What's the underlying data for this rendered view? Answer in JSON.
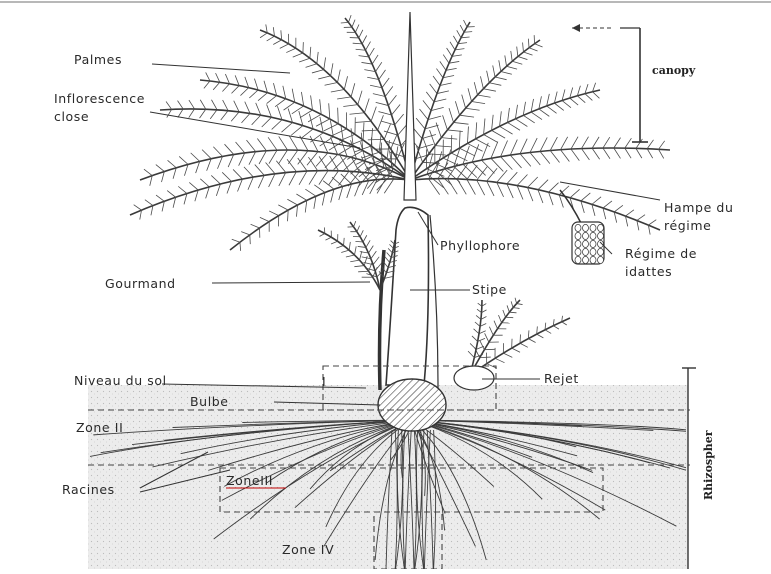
{
  "labels": {
    "palmes": "Palmes",
    "inflorescence_line1": "Inflorescence",
    "inflorescence_line2": "close",
    "canopy": "canopy",
    "hampe_line1": "Hampe du",
    "hampe_line2": "régime",
    "phyllophore": "Phyllophore",
    "regime_line1": "Régime de",
    "regime_line2": "idattes",
    "gourmand": "Gourmand",
    "stipe": "Stipe",
    "niveau_sol": "Niveau du sol",
    "marker_i": "I",
    "rejet": "Rejet",
    "bulbe": "Bulbe",
    "zone_ii": "Zone II",
    "racines": "Racines",
    "zone_iii": "ZoneIII",
    "rhizosphere": "Rhizospher",
    "zone_iv": "Zone IV"
  },
  "colors": {
    "ink": "#2a2a2a",
    "soil": "#e9e9e9",
    "trunk": "#ffffff",
    "underline_red": "#c00000"
  }
}
